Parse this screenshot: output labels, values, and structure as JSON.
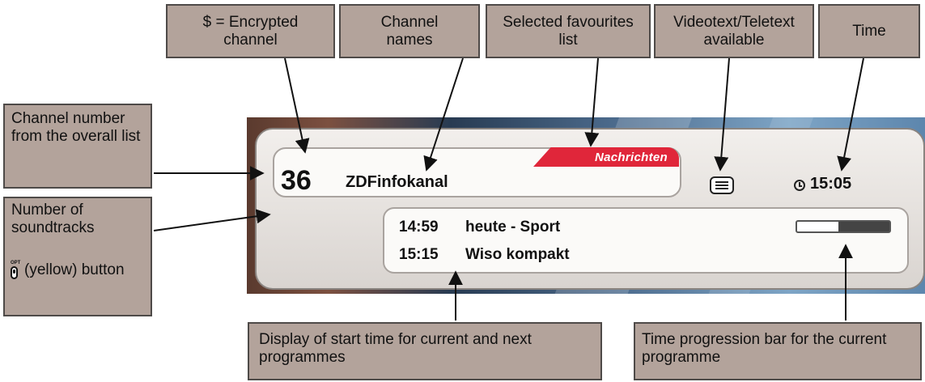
{
  "callouts": {
    "encrypted": "$ = Encrypted channel",
    "channel_names": "Channel names",
    "favourites": "Selected favourites list",
    "videotext": "Videotext/Teletext available",
    "time": "Time",
    "channel_number": "Channel number from the overall list",
    "soundtracks_title": "Number of soundtracks",
    "soundtracks_button": "(yellow) button",
    "opt_icon_label": "OPT",
    "start_time": "Display of start time for current and next programmes",
    "progress_bar": "Time progression bar for the current programme"
  },
  "osd": {
    "channel_number": "36",
    "channel_name": "ZDFinfokanal",
    "favourites_list": "Nachrichten",
    "clock": "15:05",
    "current": {
      "time": "14:59",
      "title": "heute - Sport"
    },
    "next": {
      "time": "15:15",
      "title": "Wiso kompakt"
    },
    "progress": 0.45,
    "icons": {
      "teletext": "teletext-icon",
      "clock": "clock-icon",
      "opt": "opt-button-icon"
    }
  },
  "colors": {
    "callout_bg": "#b3a39b",
    "callout_border": "#4e4a48",
    "favourites_tab": "#e0263a"
  }
}
